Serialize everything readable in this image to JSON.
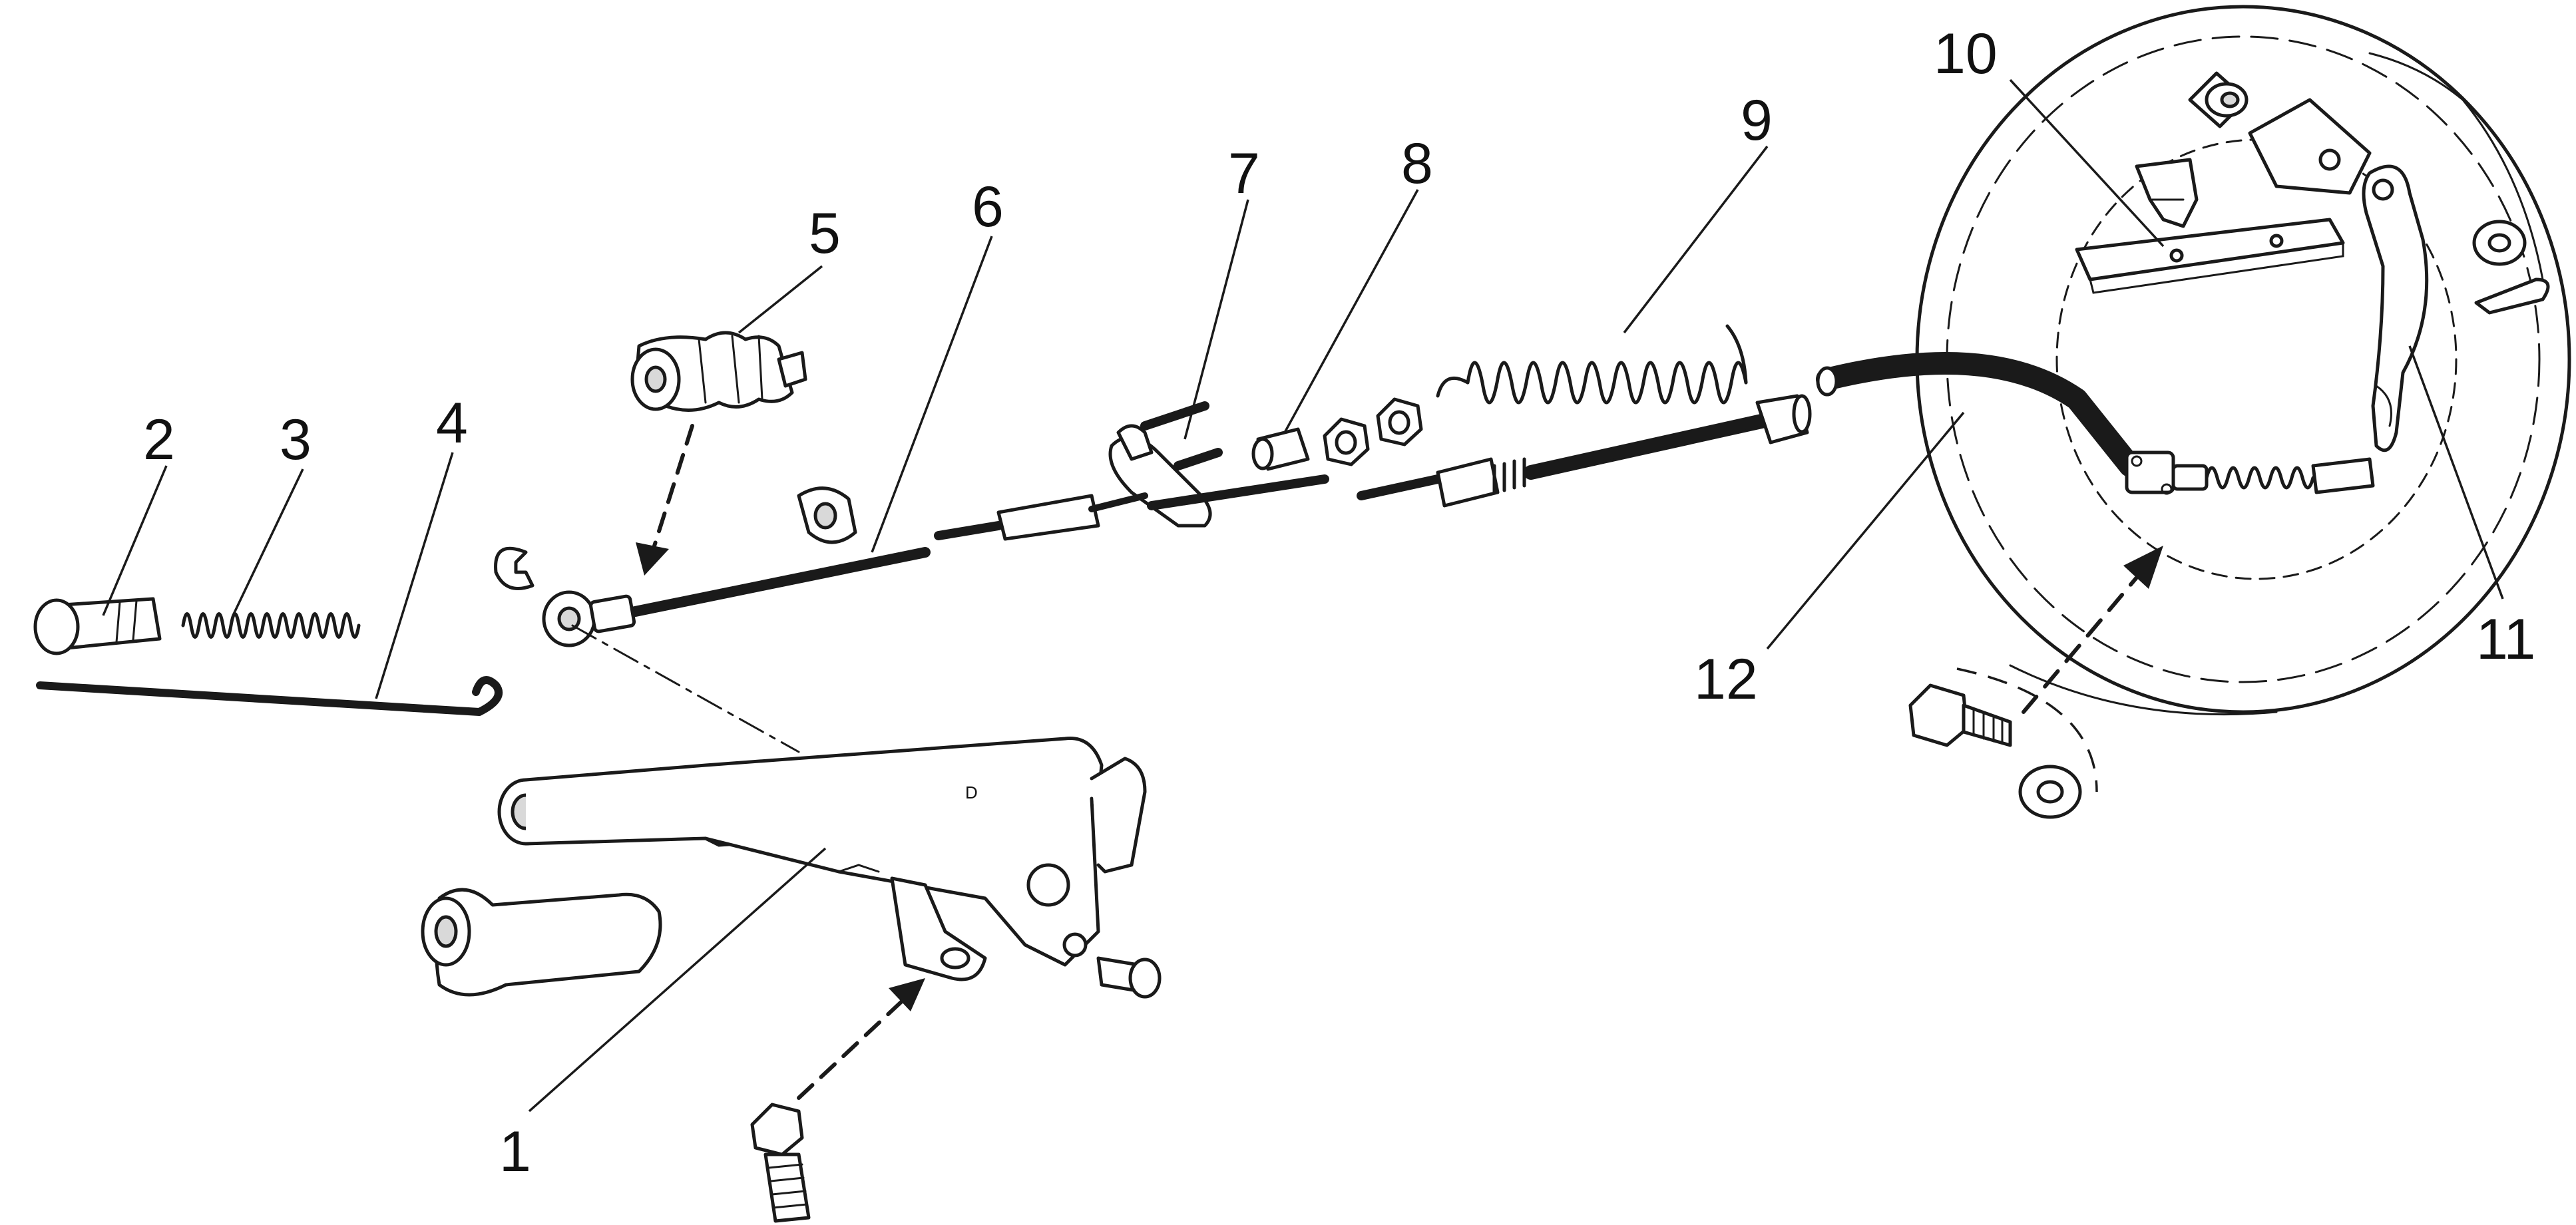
{
  "diagram": {
    "callouts": [
      {
        "id": "1",
        "label": "1",
        "part": "handbrake-lever"
      },
      {
        "id": "2",
        "label": "2",
        "part": "release-button"
      },
      {
        "id": "3",
        "label": "3",
        "part": "release-spring"
      },
      {
        "id": "4",
        "label": "4",
        "part": "pawl-rod"
      },
      {
        "id": "5",
        "label": "5",
        "part": "rubber-boot"
      },
      {
        "id": "6",
        "label": "6",
        "part": "primary-cable"
      },
      {
        "id": "7",
        "label": "7",
        "part": "equaliser"
      },
      {
        "id": "8",
        "label": "8",
        "part": "adjuster-nut"
      },
      {
        "id": "9",
        "label": "9",
        "part": "return-spring"
      },
      {
        "id": "10",
        "label": "10",
        "part": "strut"
      },
      {
        "id": "11",
        "label": "11",
        "part": "actuating-lever"
      },
      {
        "id": "12",
        "label": "12",
        "part": "rear-cable"
      }
    ],
    "detail_mark": "D"
  }
}
